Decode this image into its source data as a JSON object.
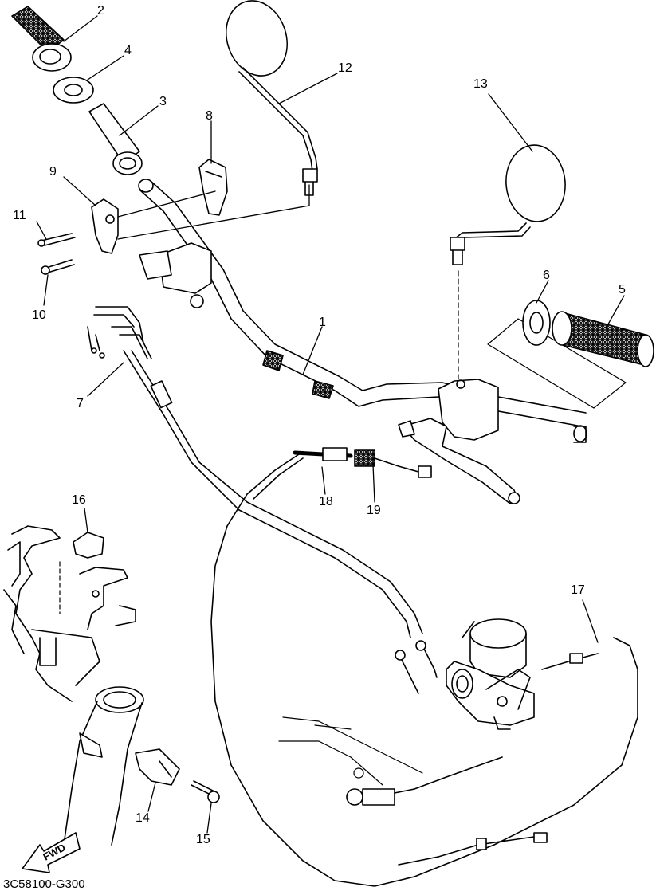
{
  "diagram": {
    "document_id": "3C58100-G300",
    "direction_label": "FWD",
    "callouts": {
      "c1": "1",
      "c2": "2",
      "c3": "3",
      "c4": "4",
      "c5": "5",
      "c6": "6",
      "c7": "7",
      "c8": "8",
      "c9": "9",
      "c10": "10",
      "c11": "11",
      "c12": "12",
      "c13": "13",
      "c14": "14",
      "c15": "15",
      "c16": "16",
      "c17": "17",
      "c18": "18",
      "c19": "19"
    },
    "colors": {
      "ink": "#000000",
      "paper": "#ffffff",
      "shade": "#777777"
    }
  }
}
